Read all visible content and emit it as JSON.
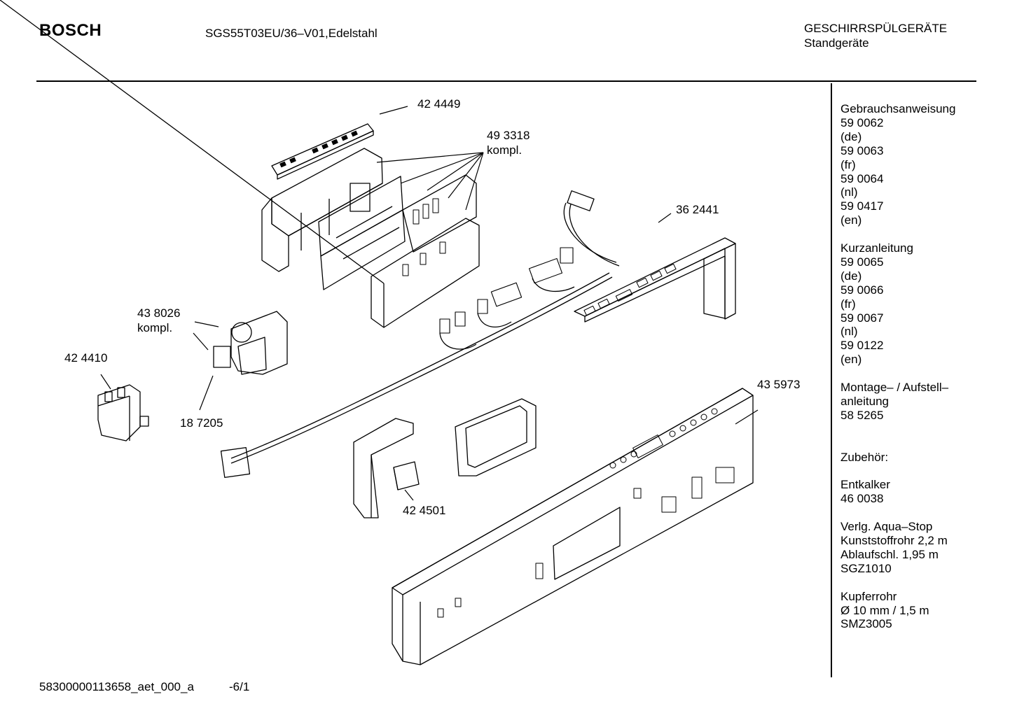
{
  "header": {
    "brand": "BOSCH",
    "model": "SGS55T03EU/36–V01,Edelstahl",
    "category_line1": "GESCHIRRSPÜLGERÄTE",
    "category_line2": "Standgeräte"
  },
  "sidebar": {
    "manual": {
      "title": "Gebrauchsanweisung",
      "lines": [
        "59 0062",
        "(de)",
        "59 0063",
        "(fr)",
        "59 0064",
        "(nl)",
        "59 0417",
        "(en)"
      ]
    },
    "short_guide": {
      "title": "Kurzanleitung",
      "lines": [
        "59 0065",
        "(de)",
        "59 0066",
        "(fr)",
        "59 0067",
        "(nl)",
        "59 0122",
        "(en)"
      ]
    },
    "install": {
      "line1": "Montage– / Aufstell–",
      "line2": "anleitung",
      "line3": "58 5265"
    },
    "accessories": {
      "title": "Zubehör:"
    },
    "descaler": {
      "line1": "Entkalker",
      "line2": "46 0038"
    },
    "aquastop": {
      "line1": "Verlg. Aqua–Stop",
      "line2": "Kunststoffrohr 2,2 m",
      "line3": "Ablaufschl. 1,95 m",
      "line4": "SGZ1010"
    },
    "copper": {
      "line1": "Kupferrohr",
      "line2": "Ø 10 mm / 1,5 m",
      "line3": "SMZ3005"
    }
  },
  "parts": {
    "p424449": "42 4449",
    "p493318": "49 3318",
    "p493318_sub": "kompl.",
    "p362441": "36 2441",
    "p438026": "43 8026",
    "p438026_sub": "kompl.",
    "p424410": "42 4410",
    "p187205": "18 7205",
    "p435973": "43 5973",
    "p424501": "42 4501"
  },
  "footer": {
    "doc_id": "58300000113658_aet_000_a",
    "page": "-6/1"
  },
  "colors": {
    "ink": "#000000",
    "paper": "#ffffff"
  }
}
